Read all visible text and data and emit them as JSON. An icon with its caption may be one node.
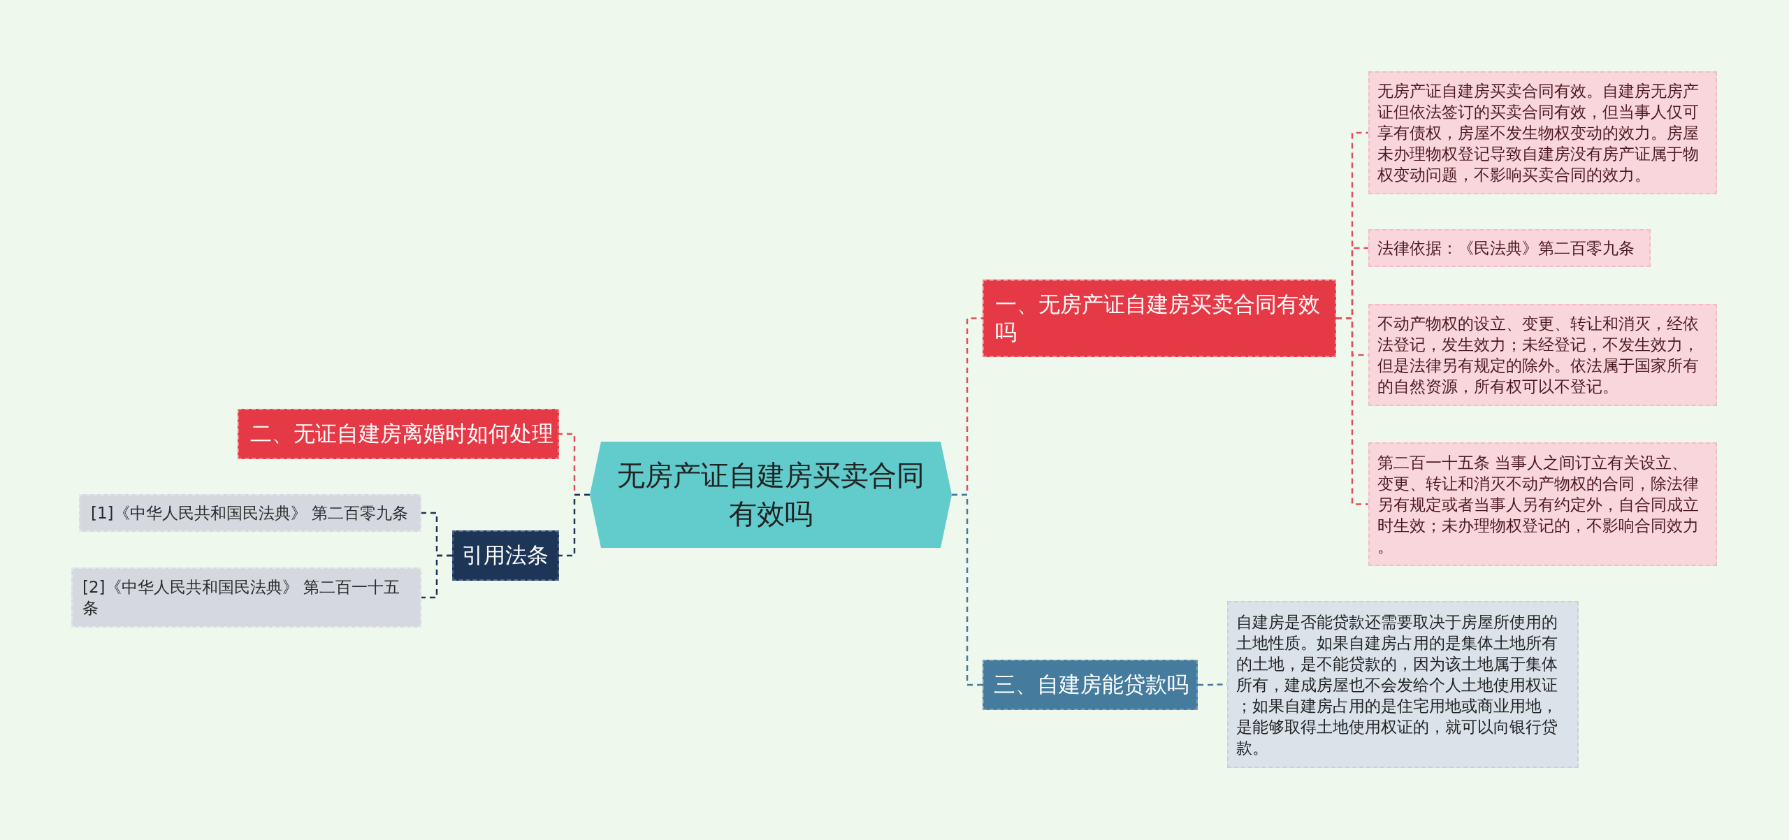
{
  "diagram": {
    "nodes": [
      {
        "text": [
          "无房产证自建房买卖合同有效吗"
        ]
      },
      {
        "text": [
          "一、无房产证自建房买卖合同有效吗"
        ]
      },
      {
        "text": [
          "无房产证自建房买卖合同有效。自建房无房产证但依法签订的买卖合同有效，但当事人仅可享有债权，房屋不发生物权变动的效力。房屋未办理物权登记导致自建房没有房产证属于物权变动问题，不影响买卖合同的效力。"
        ]
      },
      {
        "text": [
          "法律依据：《民法典》第二百零九条"
        ]
      },
      {
        "text": [
          "不动产物权的设立、变更、转让和消灭，经依法登记，发生效力；未经登记，不发生效力，但是法律另有规定的除外。依法属于国家所有的自然资源，所有权可以不登记。"
        ]
      },
      {
        "text": [
          "第二百一十五条 当事人之间订立有关设立、变更、转让和消灭不动产物权的合同，除法律另有规定或者当事人另有约定外，自合同成立时生效；未办理物权登记的，不影响合同效力。"
        ]
      },
      {
        "text": [
          "三、自建房能贷款吗"
        ]
      },
      {
        "text": [
          "自建房是否能贷款还需要取决于房屋所使用的土地性质。如果自建房占用的是集体土地所有的土地，是不能贷款的，因为该土地属于集体所有，建成房屋也不会发给个人土地使用权证；如果自建房占用的是住宅用地或商业用地，是能够取得土地使用权证的，就可以向银行贷款。"
        ]
      },
      {
        "text": [
          "二、无证自建房离婚时如何处理"
        ]
      },
      {
        "text": [
          "引用法条"
        ]
      },
      {
        "text": [
          "[1]《中华人民共和国民法典》 第二百零九条"
        ]
      },
      {
        "text": [
          "[2]《中华人民共和国民法典》 第二百一十五条"
        ]
      }
    ],
    "edges": [
      {
        "from": 0,
        "to": 1,
        "arrow": "none",
        "style": "dashed"
      },
      {
        "from": 1,
        "to": 2,
        "arrow": "none",
        "style": "dashed"
      },
      {
        "from": 1,
        "to": 3,
        "arrow": "none",
        "style": "dashed"
      },
      {
        "from": 1,
        "to": 4,
        "arrow": "none",
        "style": "dashed"
      },
      {
        "from": 1,
        "to": 5,
        "arrow": "none",
        "style": "dashed"
      },
      {
        "from": 0,
        "to": 6,
        "arrow": "none",
        "style": "dashed",
        "color": "#457b9d"
      },
      {
        "from": 6,
        "to": 7,
        "arrow": "none",
        "style": "dashed",
        "color": "#457b9d"
      },
      {
        "from": 0,
        "to": 8,
        "arrow": "none",
        "style": "dashed"
      },
      {
        "from": 0,
        "to": 9,
        "arrow": "none",
        "style": "dashed",
        "color": "#1d3557"
      },
      {
        "from": 9,
        "to": 10,
        "arrow": "none",
        "style": "dashed",
        "color": "#1d3557"
      },
      {
        "from": 9,
        "to": 11,
        "arrow": "none",
        "style": "dashed",
        "color": "#1d3557"
      }
    ]
  }
}
